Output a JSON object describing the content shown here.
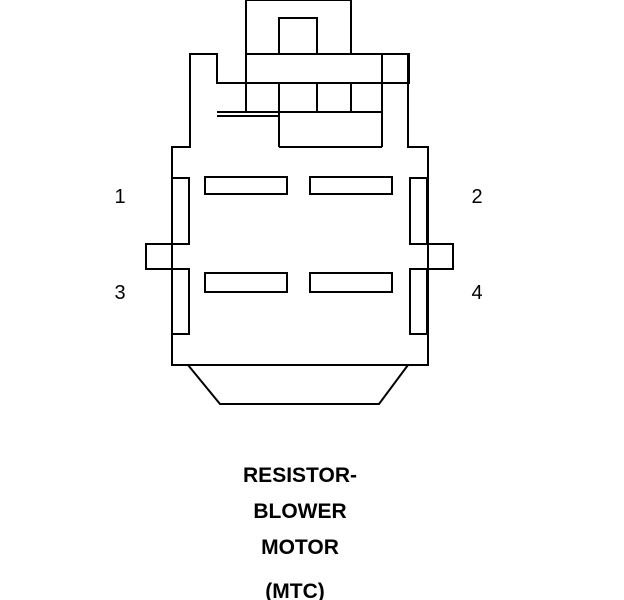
{
  "pins": {
    "p1": "1",
    "p2": "2",
    "p3": "3",
    "p4": "4"
  },
  "title": {
    "line1": "RESISTOR-",
    "line2": "BLOWER",
    "line3": "MOTOR",
    "line4": "(MTC)"
  }
}
